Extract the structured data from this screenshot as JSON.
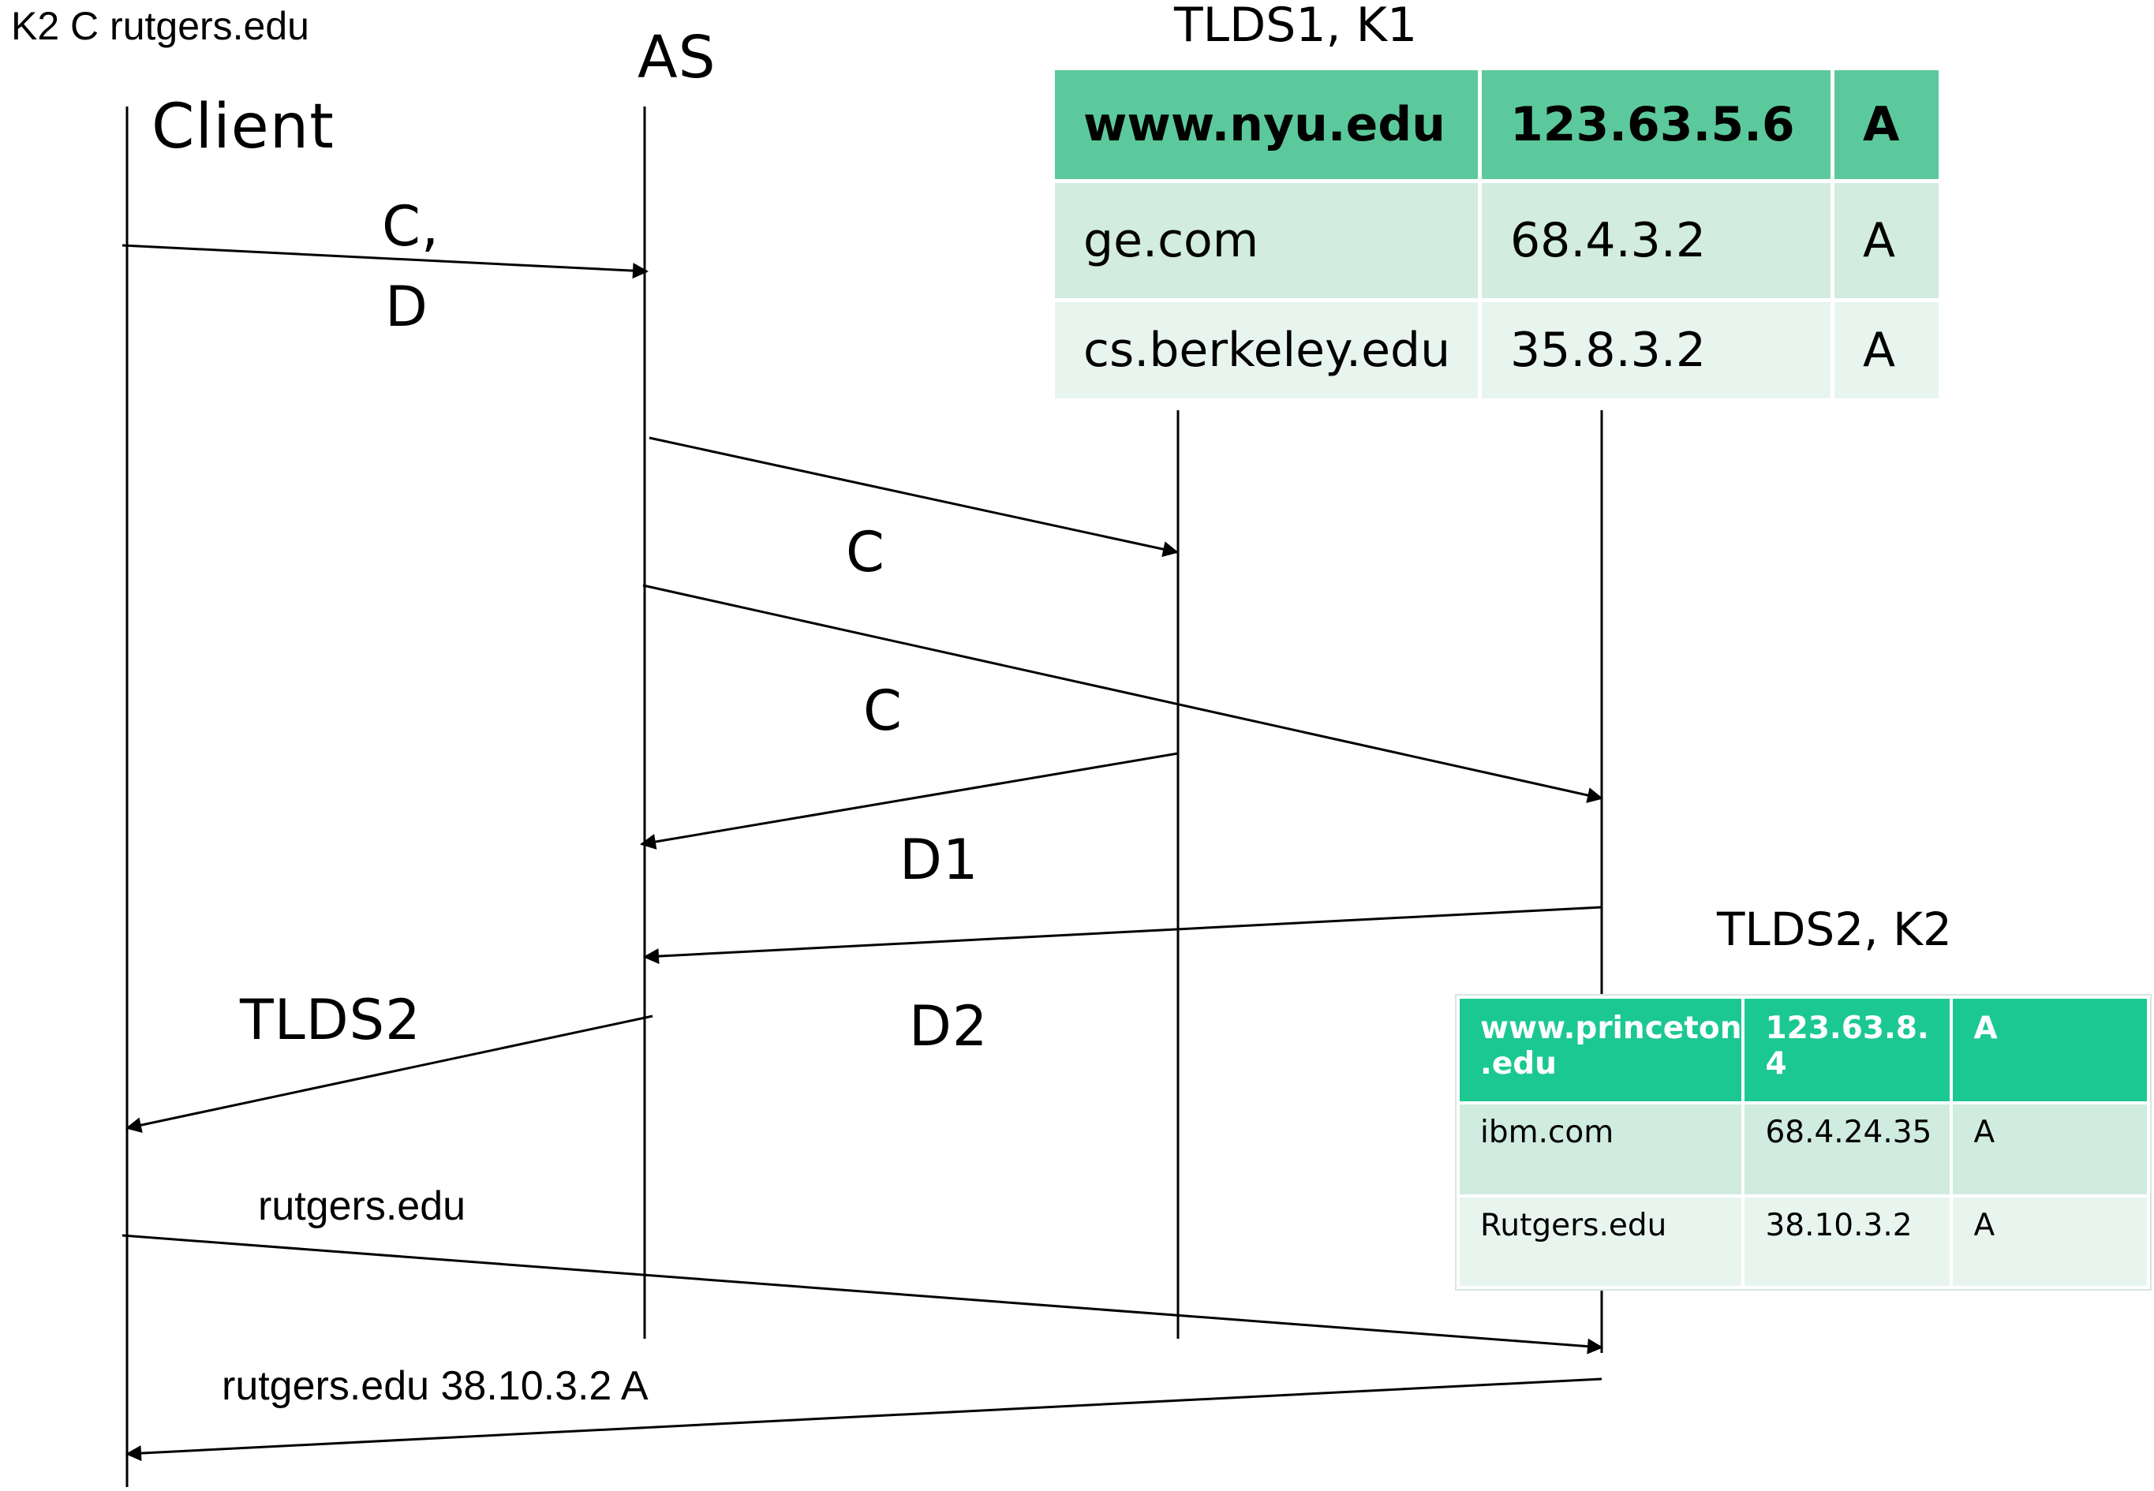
{
  "corner_label": "K2  C rutgers.edu",
  "lifelines": {
    "client": "Client",
    "as": "AS"
  },
  "tlds1": {
    "title": "TLDS1, K1",
    "rows": [
      [
        "www.nyu.edu",
        "123.63.5.6",
        "A"
      ],
      [
        "ge.com",
        "68.4.3.2",
        "A"
      ],
      [
        "cs.berkeley.edu",
        "35.8.3.2",
        "A"
      ]
    ]
  },
  "tlds2": {
    "title": "TLDS2, K2",
    "rows": [
      [
        "www.princeton\n.edu",
        "123.63.8.\n4",
        "A"
      ],
      [
        "ibm.com",
        "68.4.24.35",
        "A"
      ],
      [
        "Rutgers.edu",
        "38.10.3.2",
        "A"
      ]
    ]
  },
  "messages": {
    "client_to_as_1": "C,",
    "client_to_as_2": "D",
    "as_to_tlds1": "C",
    "as_to_tlds2": "C",
    "tlds1_to_as": "D1",
    "tlds2_to_as": "D2",
    "as_to_client": "TLDS2",
    "client_to_tlds2": "rutgers.edu",
    "tlds2_to_client": "rutgers.edu 38.10.3.2  A"
  },
  "colors": {
    "tlds1_header": "#5cc99c",
    "tlds1_row1": "#d2ecdf",
    "tlds1_row2": "#e8f5ee",
    "tlds2_header": "#1cc891",
    "tlds2_row1": "#d0ebdf",
    "tlds2_row2": "#e8f5ee"
  }
}
